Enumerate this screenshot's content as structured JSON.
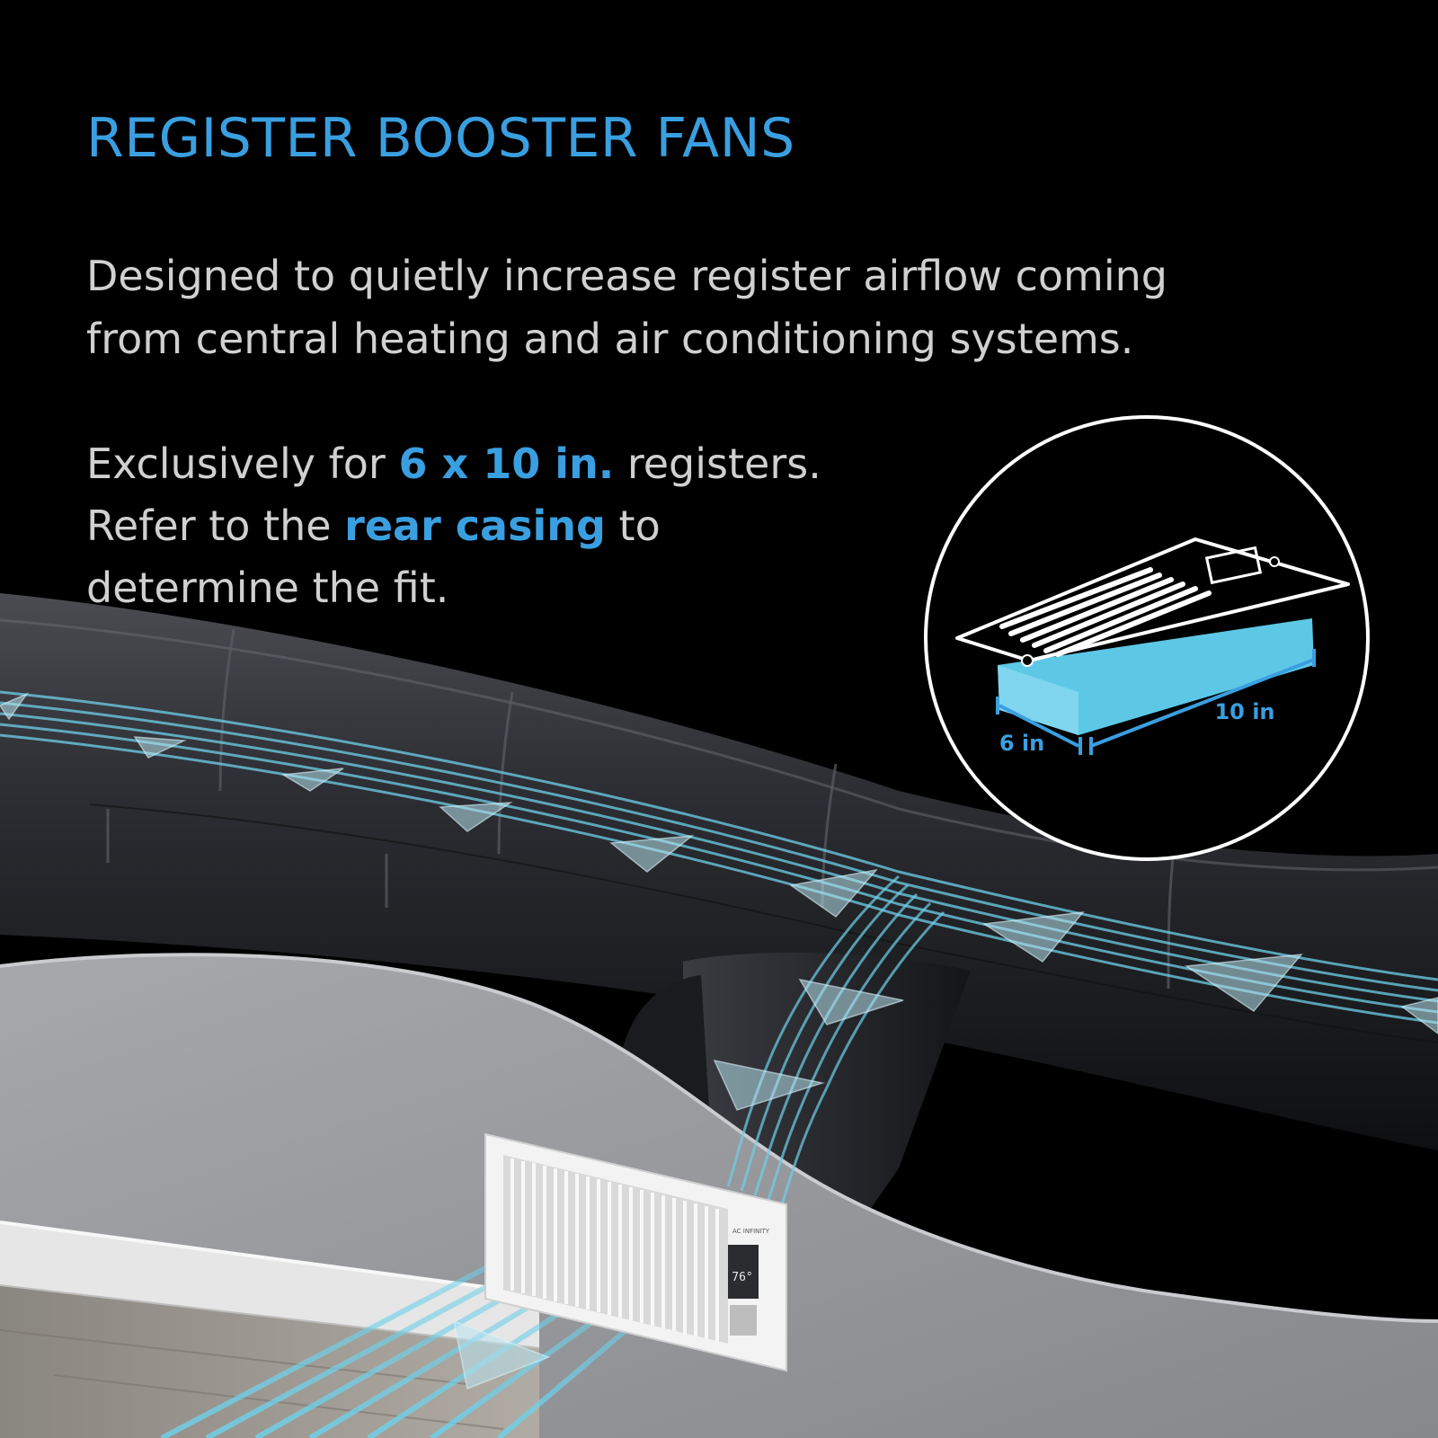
{
  "heading": {
    "title": "REGISTER BOOSTER FANS"
  },
  "description": {
    "line1": "Designed to quietly increase register airflow coming",
    "line2": "from central heating and air conditioning systems."
  },
  "fit_note": {
    "part1": "Exclusively for ",
    "size_highlight": "6 x 10 in.",
    "part2": " registers.",
    "part3": "Refer to the ",
    "casing_highlight": "rear casing",
    "part4": " to",
    "part5": "determine the fit."
  },
  "diagram": {
    "width_label": "6 in",
    "length_label": "10 in"
  },
  "device": {
    "brand": "AC INFINITY",
    "display_value": "76°"
  },
  "colors": {
    "accent_blue": "#3a9fe0",
    "body_text": "#d0d0d0",
    "airflow_cyan": "#6fd0ea",
    "casing_cyan": "#5cc8e6",
    "wall_gray": "#9a9ca0",
    "duct_dark": "#2a2c30"
  }
}
